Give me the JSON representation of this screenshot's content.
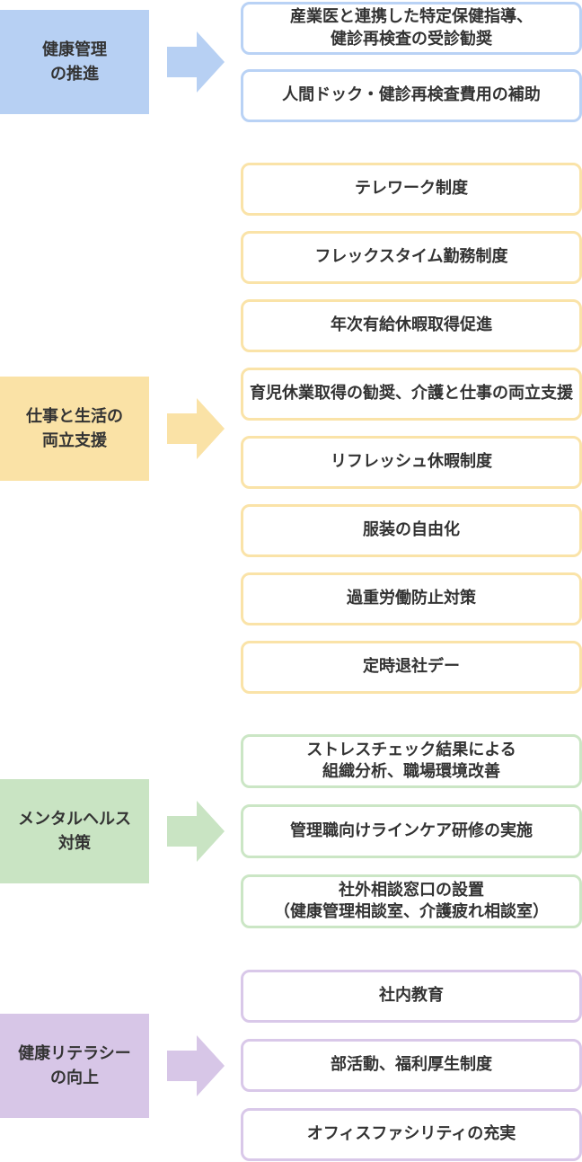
{
  "diagram": {
    "description_colors": {
      "blue": "#b7d0f3",
      "yellow": "#fae2a6",
      "green": "#c9e4c3",
      "purple": "#d7c6e7",
      "text": "#333333",
      "box_background": "#ffffff"
    },
    "sections": [
      {
        "label": "健康管理\nの推進",
        "theme": "blue",
        "color": "#b7d0f3",
        "items": [
          "産業医と連携した特定保健指導、\n健診再検査の受診勧奨",
          "人間ドック・健診再検査費用の補助"
        ]
      },
      {
        "label": "仕事と生活の\n両立支援",
        "theme": "yellow",
        "color": "#fae2a6",
        "items": [
          "テレワーク制度",
          "フレックスタイム勤務制度",
          "年次有給休暇取得促進",
          "育児休業取得の勧奨、介護と仕事の両立支援",
          "リフレッシュ休暇制度",
          "服装の自由化",
          "過重労働防止対策",
          "定時退社デー"
        ]
      },
      {
        "label": "メンタルヘルス\n対策",
        "theme": "green",
        "color": "#c9e4c3",
        "items": [
          "ストレスチェック結果による\n組織分析、職場環境改善",
          "管理職向けラインケア研修の実施",
          "社外相談窓口の設置\n（健康管理相談室、介護疲れ相談室）"
        ]
      },
      {
        "label": "健康リテラシー\nの向上",
        "theme": "purple",
        "color": "#d7c6e7",
        "items": [
          "社内教育",
          "部活動、福利厚生制度",
          "オフィスファシリティの充実"
        ]
      }
    ]
  }
}
